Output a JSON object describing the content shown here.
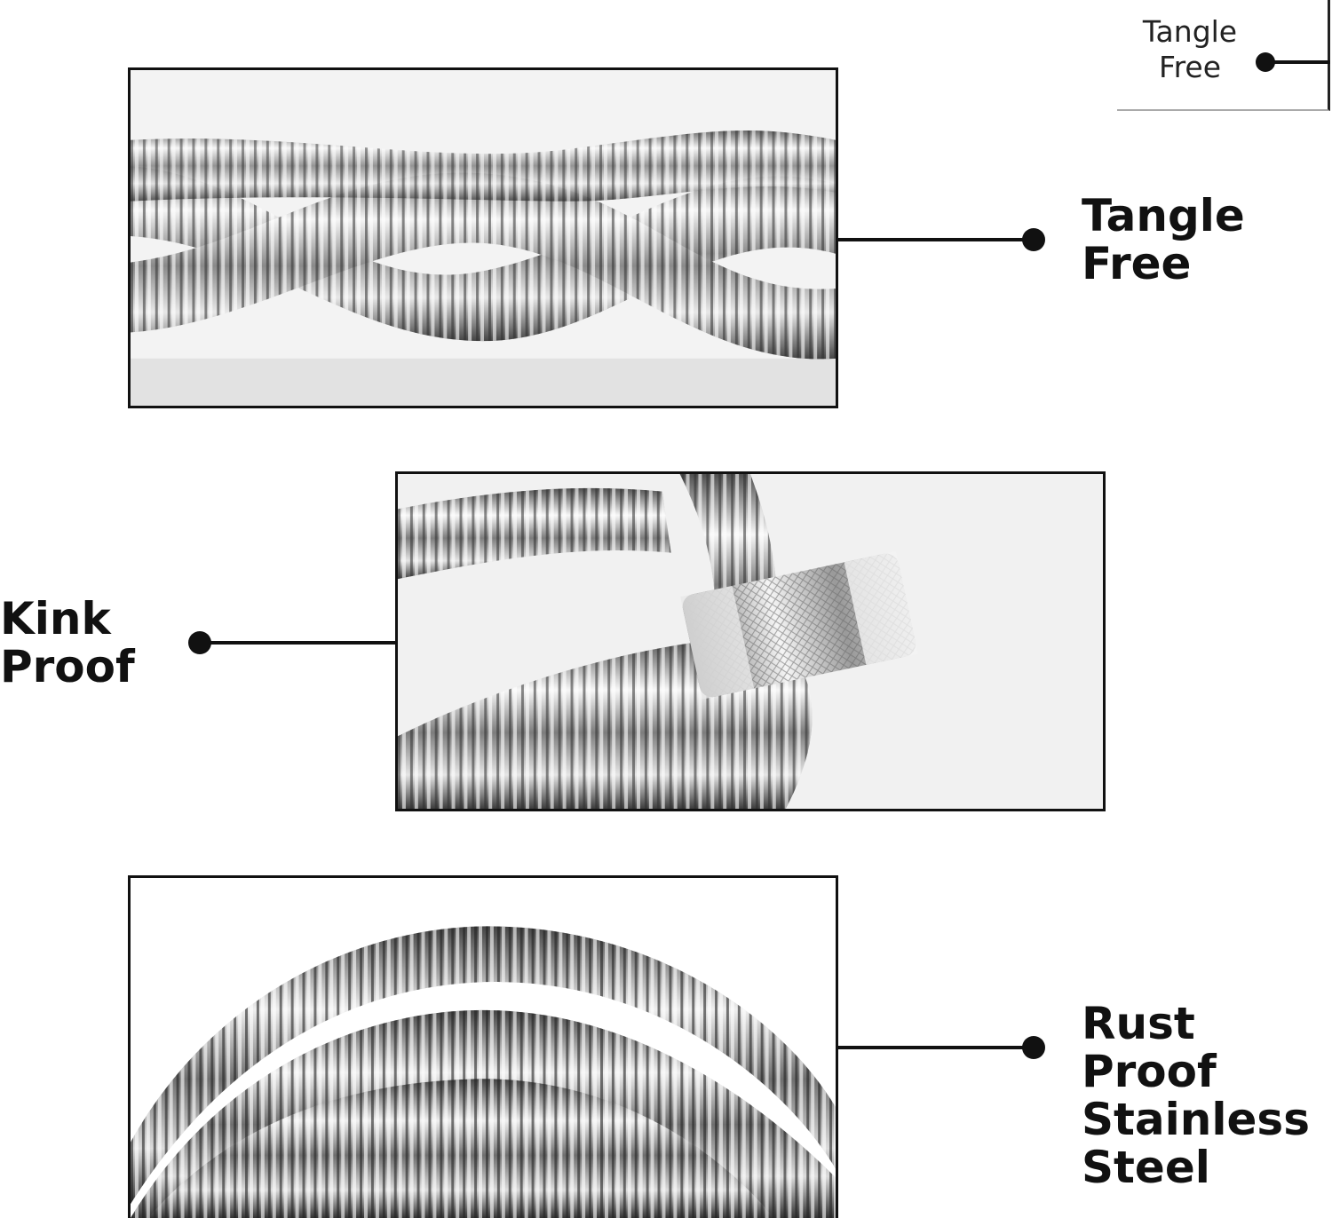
{
  "corner_badge": {
    "lines": [
      "Tangle",
      "Free"
    ]
  },
  "features": [
    {
      "lines": [
        "Tangle",
        "Free"
      ],
      "image_icon": "braided-steel-hose-photo"
    },
    {
      "lines": [
        "Kink",
        "Proof"
      ],
      "image_icon": "bent-hose-with-connector-photo"
    },
    {
      "lines": [
        "Rust",
        "Proof",
        "Stainless",
        "Steel"
      ],
      "image_icon": "coiled-steel-hose-photo"
    }
  ],
  "colors": {
    "text": "#111111",
    "frame": "#111111",
    "steel_light": "#f2f2f2",
    "steel_dark": "#3a3a3a"
  }
}
